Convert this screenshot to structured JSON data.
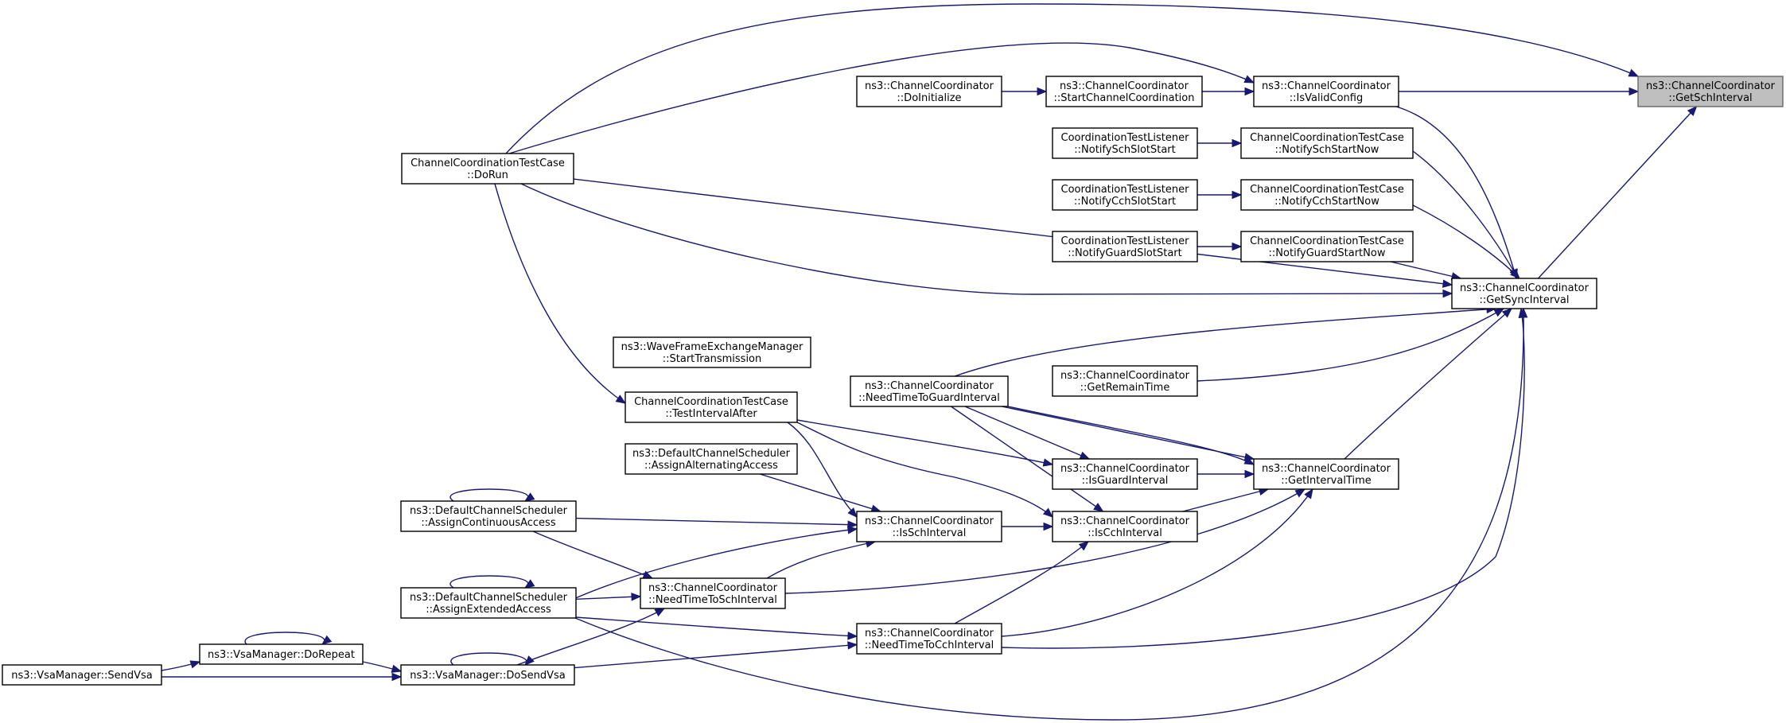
{
  "graph": {
    "title": "",
    "colors": {
      "edge": "#191970",
      "node_border": "#000000",
      "focus_fill": "#bfbfbf",
      "background": "#ffffff"
    },
    "nodes": [
      {
        "id": "getsch",
        "lines": [
          "ns3::ChannelCoordinator",
          "::GetSchInterval"
        ],
        "focus": true
      },
      {
        "id": "isvalid",
        "lines": [
          "ns3::ChannelCoordinator",
          "::IsValidConfig"
        ]
      },
      {
        "id": "startcc",
        "lines": [
          "ns3::ChannelCoordinator",
          "::StartChannelCoordination"
        ]
      },
      {
        "id": "doinit",
        "lines": [
          "ns3::ChannelCoordinator",
          "::DoInitialize"
        ]
      },
      {
        "id": "ctl_sch",
        "lines": [
          "CoordinationTestListener",
          "::NotifySchSlotStart"
        ]
      },
      {
        "id": "ctc_sch",
        "lines": [
          "ChannelCoordinationTestCase",
          "::NotifySchStartNow"
        ]
      },
      {
        "id": "ctl_cch",
        "lines": [
          "CoordinationTestListener",
          "::NotifyCchSlotStart"
        ]
      },
      {
        "id": "ctc_cch",
        "lines": [
          "ChannelCoordinationTestCase",
          "::NotifyCchStartNow"
        ]
      },
      {
        "id": "ctl_guard",
        "lines": [
          "CoordinationTestListener",
          "::NotifyGuardSlotStart"
        ]
      },
      {
        "id": "ctc_guard",
        "lines": [
          "ChannelCoordinationTestCase",
          "::NotifyGuardStartNow"
        ]
      },
      {
        "id": "dorun",
        "lines": [
          "ChannelCoordinationTestCase",
          "::DoRun"
        ]
      },
      {
        "id": "getsync",
        "lines": [
          "ns3::ChannelCoordinator",
          "::GetSyncInterval"
        ]
      },
      {
        "id": "wfem",
        "lines": [
          "ns3::WaveFrameExchangeManager",
          "::StartTransmission"
        ]
      },
      {
        "id": "ntguard",
        "lines": [
          "ns3::ChannelCoordinator",
          "::NeedTimeToGuardInterval"
        ]
      },
      {
        "id": "getremain",
        "lines": [
          "ns3::ChannelCoordinator",
          "::GetRemainTime"
        ]
      },
      {
        "id": "tia",
        "lines": [
          "ChannelCoordinationTestCase",
          "::TestIntervalAfter"
        ]
      },
      {
        "id": "assignalt",
        "lines": [
          "ns3::DefaultChannelScheduler",
          "::AssignAlternatingAccess"
        ]
      },
      {
        "id": "isguard",
        "lines": [
          "ns3::ChannelCoordinator",
          "::IsGuardInterval"
        ]
      },
      {
        "id": "getinterval",
        "lines": [
          "ns3::ChannelCoordinator",
          "::GetIntervalTime"
        ]
      },
      {
        "id": "assigncont",
        "lines": [
          "ns3::DefaultChannelScheduler",
          "::AssignContinuousAccess"
        ]
      },
      {
        "id": "issch",
        "lines": [
          "ns3::ChannelCoordinator",
          "::IsSchInterval"
        ]
      },
      {
        "id": "iscch",
        "lines": [
          "ns3::ChannelCoordinator",
          "::IsCchInterval"
        ]
      },
      {
        "id": "assignext",
        "lines": [
          "ns3::DefaultChannelScheduler",
          "::AssignExtendedAccess"
        ]
      },
      {
        "id": "ntsch",
        "lines": [
          "ns3::ChannelCoordinator",
          "::NeedTimeToSchInterval"
        ]
      },
      {
        "id": "ntcch",
        "lines": [
          "ns3::ChannelCoordinator",
          "::NeedTimeToCchInterval"
        ]
      },
      {
        "id": "dorepeat",
        "lines": [
          "ns3::VsaManager::DoRepeat"
        ]
      },
      {
        "id": "sendvsa",
        "lines": [
          "ns3::VsaManager::SendVsa"
        ]
      },
      {
        "id": "dosendvsa",
        "lines": [
          "ns3::VsaManager::DoSendVsa"
        ]
      }
    ],
    "edges": [
      {
        "from": "isvalid",
        "to": "getsch"
      },
      {
        "from": "getsync",
        "to": "getsch"
      },
      {
        "from": "dorun",
        "to": "getsch"
      },
      {
        "from": "startcc",
        "to": "isvalid"
      },
      {
        "from": "doinit",
        "to": "startcc"
      },
      {
        "from": "dorun",
        "to": "isvalid"
      },
      {
        "from": "ctl_sch",
        "to": "ctc_sch"
      },
      {
        "from": "ctl_cch",
        "to": "ctc_cch"
      },
      {
        "from": "ctl_guard",
        "to": "ctc_guard"
      },
      {
        "from": "isvalid",
        "to": "getsync"
      },
      {
        "from": "ctc_sch",
        "to": "getsync"
      },
      {
        "from": "ctc_cch",
        "to": "getsync"
      },
      {
        "from": "ctc_guard",
        "to": "getsync"
      },
      {
        "from": "dorun",
        "to": "getsync"
      },
      {
        "from": "ntguard",
        "to": "getsync"
      },
      {
        "from": "getremain",
        "to": "getsync"
      },
      {
        "from": "getinterval",
        "to": "getsync"
      },
      {
        "from": "ntcch",
        "to": "getsync"
      },
      {
        "from": "assignext",
        "to": "getsync"
      },
      {
        "from": "dorun",
        "to": "tia"
      },
      {
        "from": "wfem",
        "to": "ntguard"
      },
      {
        "from": "ntguard",
        "to": "getinterval"
      },
      {
        "from": "getremain",
        "to": "getinterval"
      },
      {
        "from": "ntguard",
        "to": "isguard"
      },
      {
        "from": "ntguard",
        "to": "iscch"
      },
      {
        "from": "tia",
        "to": "isguard"
      },
      {
        "from": "tia",
        "to": "iscch"
      },
      {
        "from": "tia",
        "to": "issch"
      },
      {
        "from": "isguard",
        "to": "getinterval"
      },
      {
        "from": "iscch",
        "to": "getinterval"
      },
      {
        "from": "ntsch",
        "to": "getinterval"
      },
      {
        "from": "ntcch",
        "to": "getinterval"
      },
      {
        "from": "assignalt",
        "to": "issch"
      },
      {
        "from": "assigncont",
        "to": "issch"
      },
      {
        "from": "assignext",
        "to": "issch"
      },
      {
        "from": "ntsch",
        "to": "issch"
      },
      {
        "from": "issch",
        "to": "iscch"
      },
      {
        "from": "ntcch",
        "to": "iscch"
      },
      {
        "from": "assigncont",
        "to": "ntsch"
      },
      {
        "from": "assignext",
        "to": "ntsch"
      },
      {
        "from": "dosendvsa",
        "to": "ntsch"
      },
      {
        "from": "assignext",
        "to": "ntcch"
      },
      {
        "from": "dosendvsa",
        "to": "ntcch"
      },
      {
        "from": "assigncont",
        "to": "assigncont"
      },
      {
        "from": "assignext",
        "to": "assignext"
      },
      {
        "from": "dorepeat",
        "to": "dorepeat"
      },
      {
        "from": "dosendvsa",
        "to": "dosendvsa"
      },
      {
        "from": "sendvsa",
        "to": "dorepeat"
      },
      {
        "from": "sendvsa",
        "to": "dosendvsa"
      },
      {
        "from": "dorepeat",
        "to": "dosendvsa"
      }
    ]
  }
}
